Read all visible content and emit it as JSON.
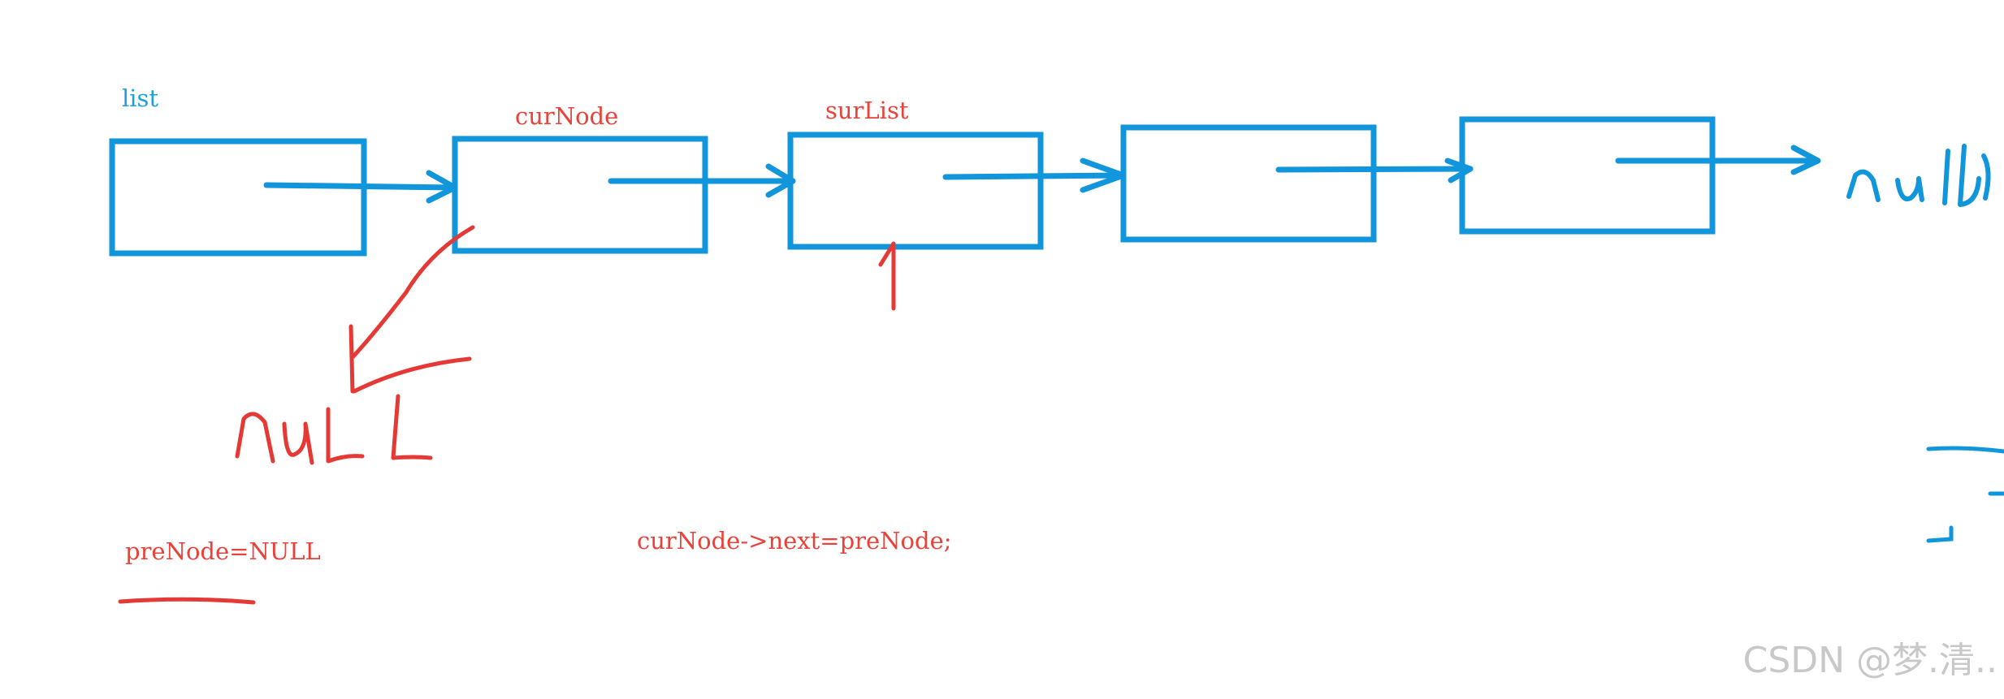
{
  "labels": {
    "list": "list",
    "cur_node": "curNode",
    "sur_list": "surList",
    "pre_node_assign": "preNode=NULL",
    "code_line": "curNode->next=preNode;"
  },
  "handwriting": {
    "null_right": "null",
    "null_left": "NULL"
  },
  "watermark": "CSDN @梦.清..",
  "colors": {
    "blue": "#1296db",
    "red": "#e53935",
    "label_blue": "#1ba1e2",
    "label_red": "#e8423a",
    "watermark": "#c8c8c8"
  }
}
